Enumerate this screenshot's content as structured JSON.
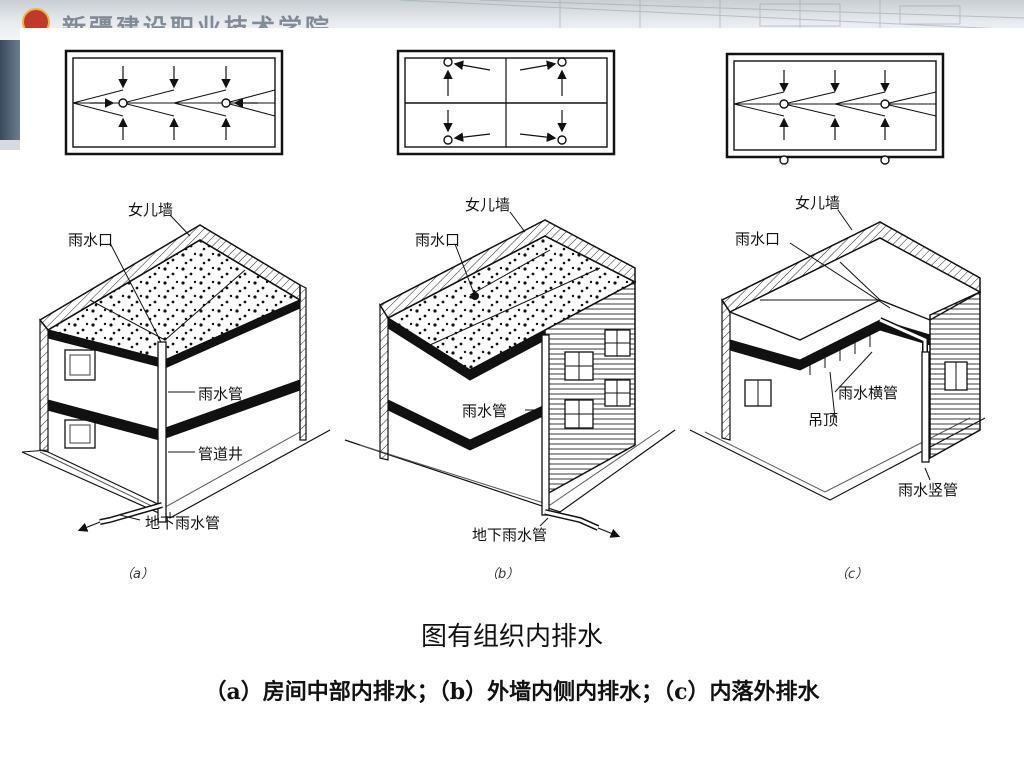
{
  "banner": {
    "title": "新疆建设职业技术学院"
  },
  "panels": [
    {
      "id": "a",
      "sublabel": "（a）",
      "labels": {
        "parapet": "女儿墙",
        "roof_drain": "雨水口",
        "downpipe": "雨水管",
        "pipe_shaft": "管道井",
        "underground_pipe": "地下雨水管"
      }
    },
    {
      "id": "b",
      "sublabel": "（b）",
      "labels": {
        "parapet": "女儿墙",
        "roof_drain": "雨水口",
        "downpipe": "雨水管",
        "underground_pipe": "地下雨水管"
      }
    },
    {
      "id": "c",
      "sublabel": "（c）",
      "labels": {
        "parapet": "女儿墙",
        "roof_drain": "雨水口",
        "horizontal_pipe": "雨水横管",
        "ceiling": "吊顶",
        "vertical_pipe": "雨水竖管"
      }
    }
  ],
  "caption": {
    "title": "图有组织内排水",
    "subtitle": "（a）房间中部内排水；（b）外墙内侧内排水；（c）内落外排水"
  }
}
